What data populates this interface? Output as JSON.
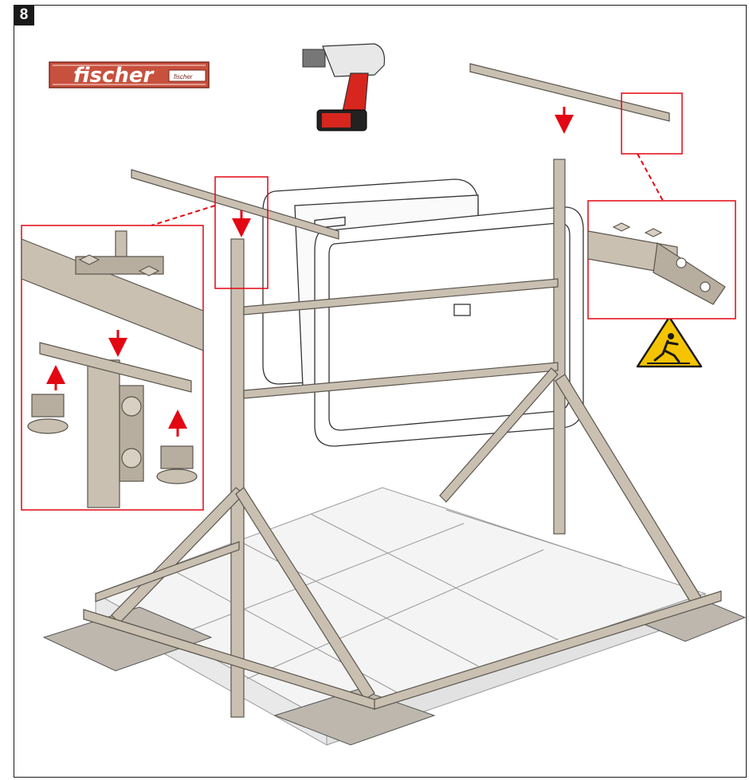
{
  "step": {
    "number": "8"
  },
  "brand": {
    "name": "fischer",
    "tag": "fischer"
  },
  "colors": {
    "frame": "#1a1a1a",
    "accent_red": "#e30613",
    "steel": "#c9c0b2",
    "steel_dark": "#7b746a",
    "tile": "#f4f4f4",
    "warning_yellow": "#f5c400",
    "ruler": "#c8513e"
  },
  "icons": {
    "ruler": "folding-ruler-icon",
    "wrench": "impact-wrench-icon",
    "warning": "slip-hazard-warning-icon",
    "arrow": "arrow-icon"
  }
}
